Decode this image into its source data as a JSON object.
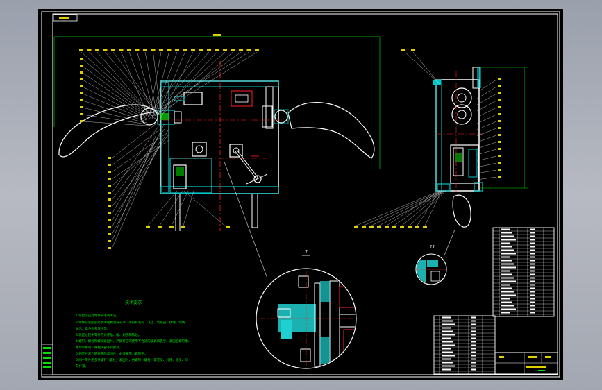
{
  "drawing": {
    "colors": {
      "background": "#000000",
      "frame": "#ffffff",
      "outline": "#ffffff",
      "cyan": "#00c8c8",
      "red": "#ff2020",
      "yellow": "#e0d000",
      "green": "#00e000",
      "hatch": "#20d0d0",
      "leader": "#c8c8c8"
    },
    "detail_label_top": "I",
    "detail_label_right": "II",
    "technical_requirements_title": "技术要求",
    "technical_requirements": [
      "1.装配前应对零件去毛刺清洗。",
      "2.零件在装配前必须清理和清洗干净，不得有毛刺、飞边、氧化皮、锈蚀、切屑、",
      "油污、着色剂和灰尘等。",
      "3.装配过程中零件不允许磕、碰、划伤和锈蚀。",
      "4.螺钉、螺栓和螺母紧固时，严禁打击或使用不合适的旋具和扳手。紧固后螺钉槽、",
      "螺母和螺钉、螺栓头部不得损坏。",
      "5.规定拧紧力矩要求的紧固件，必须采用力矩扳手。",
      "6.同一零件用多件螺钉（螺栓）紧固时，各螺钉（螺栓）需交叉、对称、逐步、均",
      "匀拧紧。"
    ]
  }
}
